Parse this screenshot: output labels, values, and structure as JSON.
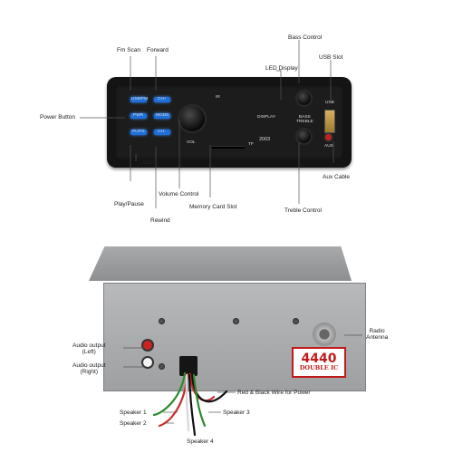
{
  "front_labels": {
    "fm_scan": "Fm Scan",
    "forward": "Forward",
    "bass_control": "Bass Control",
    "led_display": "LED Display",
    "usb_slot": "USB Slot",
    "power_button": "Power Button",
    "aux_cable": "Aux Cable",
    "mode": "Mode",
    "play_pause": "Play/Pause",
    "volume_control": "Volume Control",
    "rewind": "Rewind",
    "memory_card_slot": "Memory Card Slot",
    "treble_control": "Treble Control"
  },
  "panel_text": {
    "usb_fm": "USB/FM",
    "ch_plus": "CH+",
    "pwr": "PWR",
    "mode": "MODE",
    "pl_ps": "PL/PS",
    "ch_minus": "CH-",
    "ir": "IR",
    "display": "DISPLAY",
    "bass_treble": "BASS\nTREBLE",
    "vol": "VOL",
    "tf": "TF",
    "model": "2003",
    "usb": "USB",
    "aux": "AUX"
  },
  "rear_labels": {
    "radio_antenna": "Radio\nAntenna",
    "audio_output_left": "Audio output\n(Left)",
    "audio_output_right": "Audio output\n(Right)",
    "power_wire": "Red & Black Wire for Power",
    "speaker_1": "Speaker 1",
    "speaker_2": "Speaker 2",
    "speaker_3": "Speaker 3",
    "speaker_4": "Speaker 4"
  },
  "badge": {
    "number": "4440",
    "text": "DOUBLE IC"
  },
  "colors": {
    "button_blue": "#1e6fd8",
    "badge_red": "#c01a1a",
    "rca_red": "#cc2222",
    "rca_white": "#f2f2f2"
  }
}
